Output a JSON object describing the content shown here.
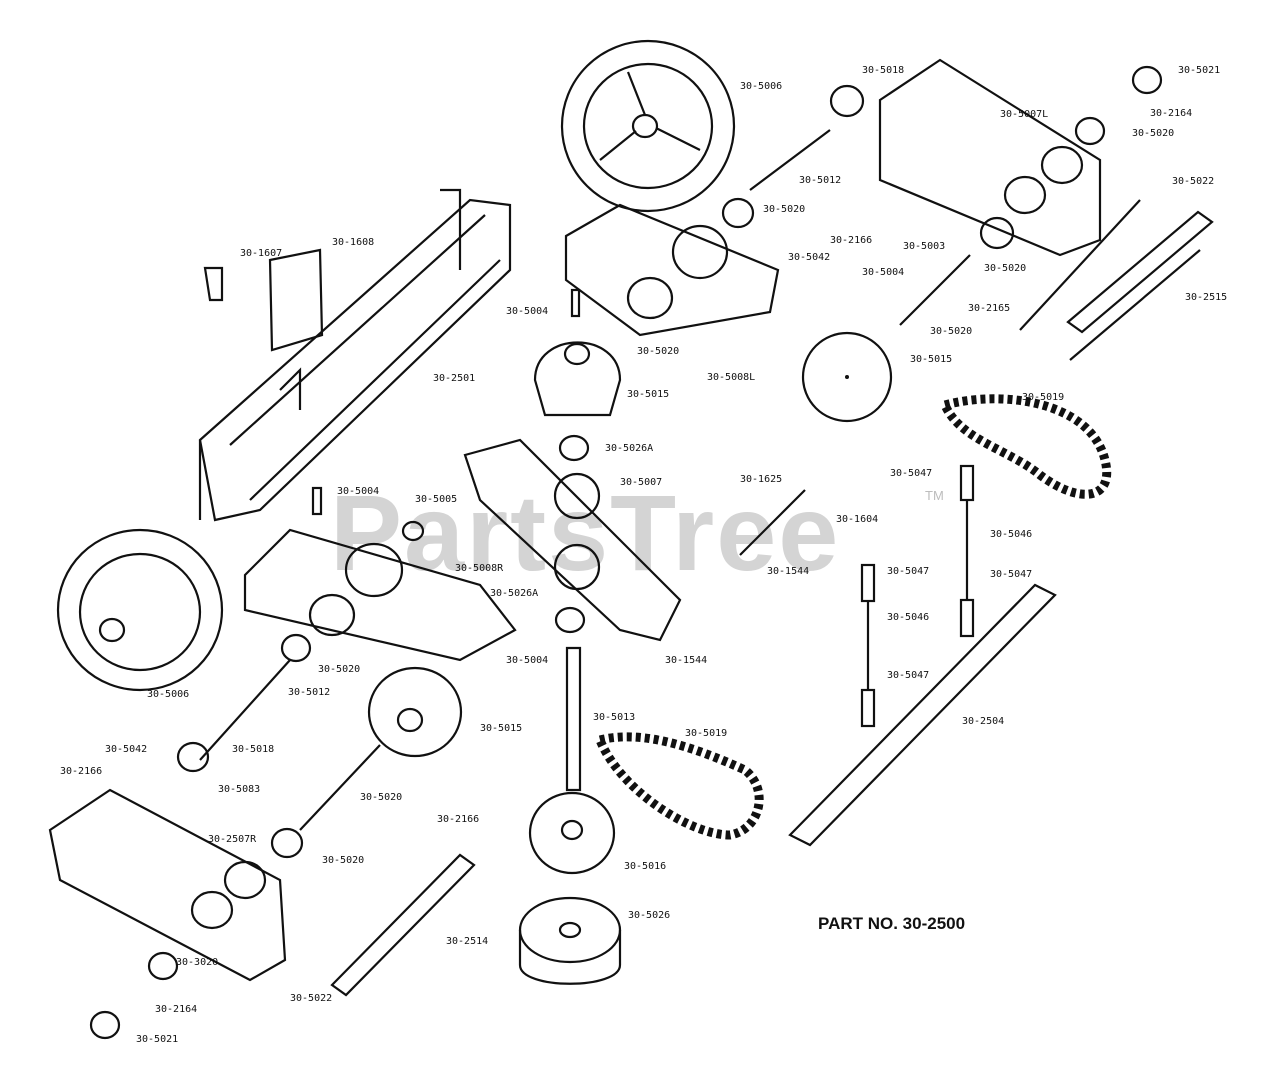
{
  "watermark": {
    "text": "PartsTree",
    "trademark": "TM"
  },
  "part_number_label": "PART NO. 30-2500",
  "callouts": {
    "wheel_top": "30-5006",
    "top_right_1": "30-5018",
    "top_right_2": "30-5021",
    "top_right_3": "30-2164",
    "top_right_4": "30-5020",
    "top_right_5": "30-5022",
    "frame_right": "30-5007L",
    "shaft_top": "30-5012",
    "collar_top": "30-5020",
    "spring_top": "30-2166",
    "washer_top": "30-5042",
    "bracket_top": "30-5003",
    "pin_top": "30-5004",
    "washer_right": "30-5020",
    "arm_right": "30-2165",
    "axle_right": "30-5020",
    "rail_right": "30-2515",
    "disc_right": "30-5015",
    "housing_left_top": "30-5008L",
    "stud_left": "30-5004",
    "bush_left": "30-5020",
    "drum_top": "30-5015",
    "bracket_l1": "30-1607",
    "bracket_l2": "30-1608",
    "frame_main": "30-2501",
    "collar_center": "30-5026A",
    "roller_center": "30-5007",
    "chain_upper": "30-5019",
    "spring_1": "30-5047",
    "rod_1": "30-5046",
    "bolt": "30-1604",
    "spring_pin": "30-5004",
    "small_washer": "30-1544",
    "spring_2": "30-5047",
    "spring_3": "30-5047",
    "rod_2": "30-5046",
    "spring_4": "30-5047",
    "side_rail": "30-2504",
    "housing_right": "30-5008R",
    "collar_low": "30-5026A",
    "pin_mid": "30-5004",
    "lever": "30-1544",
    "wheel_left": "30-5006",
    "bush_left_2": "30-5020",
    "shaft_left": "30-5012",
    "disc_left": "30-5015",
    "washer_left": "30-5042",
    "spring_left": "30-2166",
    "nut_left": "30-5018",
    "arm_left": "30-5083",
    "axle_left": "30-5020",
    "frame_left": "30-2507R",
    "bush_left_3": "30-5020",
    "link": "30-5013",
    "chain_lower": "30-5019",
    "sprocket": "30-5016",
    "spring_bottom": "30-2166",
    "rail_left": "30-2514",
    "pulley": "30-5026",
    "stud_bottom": "30-3020",
    "washer_bottom": "30-2164",
    "bolt_bottom": "30-5022",
    "nut_bottom": "30-5021",
    "misc_1": "30-5005",
    "misc_2": "30-1625"
  }
}
